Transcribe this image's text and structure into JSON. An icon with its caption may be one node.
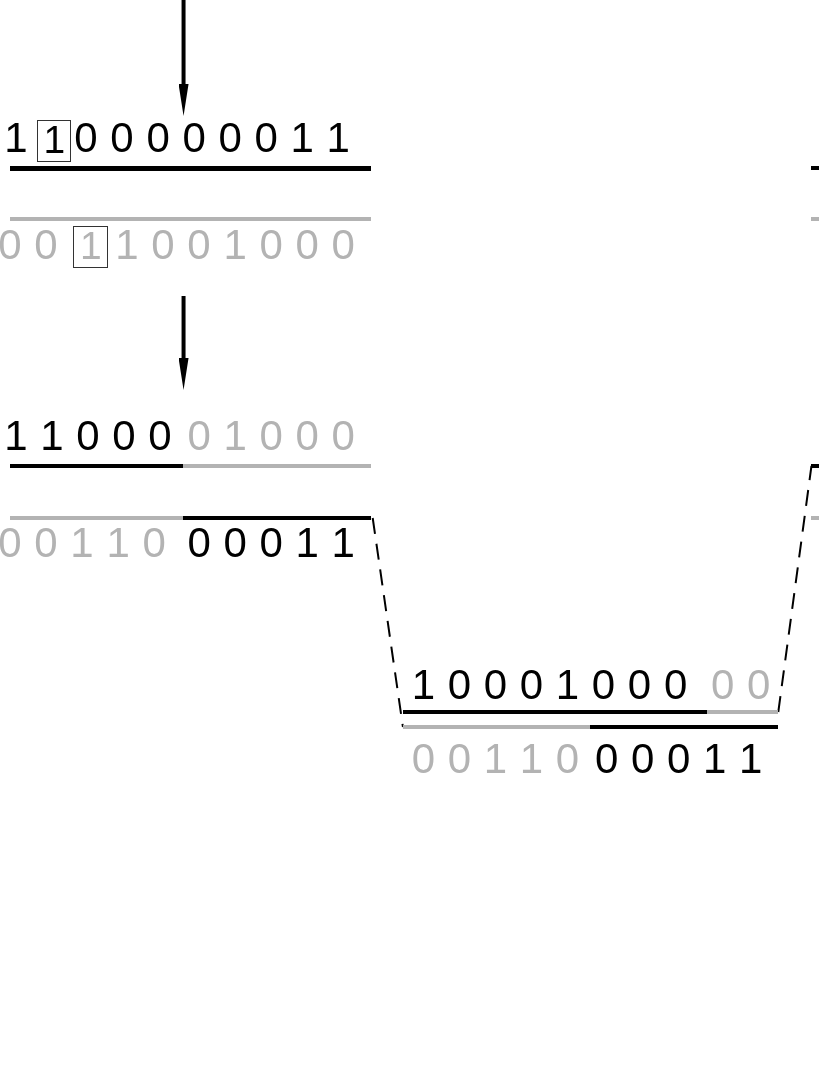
{
  "diagram": {
    "nodes": [
      {
        "text": [
          "1",
          "0 0 0 0 0 0 1 1"
        ]
      },
      {
        "text": [
          "1"
        ]
      },
      {
        "text": [
          "0 0",
          "1 0 0 1 0 0 0"
        ]
      },
      {
        "text": [
          "1"
        ]
      },
      {
        "text": [
          "1 1 0 0 0",
          "0 1 0 0 0"
        ]
      },
      {
        "text": [
          "0 0 1 1 0",
          "0 0 0 1 1"
        ]
      },
      {
        "text": [
          "1 0 0 0 1 0 0 0",
          "0 0"
        ]
      },
      {
        "text": [
          "0 0 1 1 0",
          "0 0 0 1 1"
        ]
      },
      {
        "text": [],
        "shape": "bar"
      },
      {
        "text": [],
        "shape": "bar"
      }
    ],
    "edges": [
      {
        "from": null,
        "to": 0,
        "arrow": "to",
        "style": "thick"
      },
      {
        "from": 2,
        "to": 4,
        "arrow": "to",
        "style": "thick"
      },
      {
        "from": 5,
        "to": 7,
        "arrow": "none",
        "style": "dashed"
      },
      {
        "from": 6,
        "to": 9,
        "arrow": "none",
        "style": "dashed"
      }
    ]
  }
}
